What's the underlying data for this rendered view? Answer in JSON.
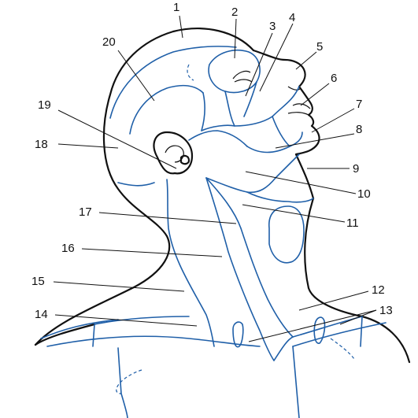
{
  "figure": {
    "labels": [
      "1",
      "2",
      "3",
      "4",
      "5",
      "6",
      "7",
      "8",
      "9",
      "10",
      "11",
      "12",
      "13",
      "14",
      "15",
      "16",
      "17",
      "18",
      "19",
      "20"
    ]
  },
  "colors": {
    "outline": "#111111",
    "region_lines": "#1f5fa8",
    "background": "#ffffff"
  }
}
